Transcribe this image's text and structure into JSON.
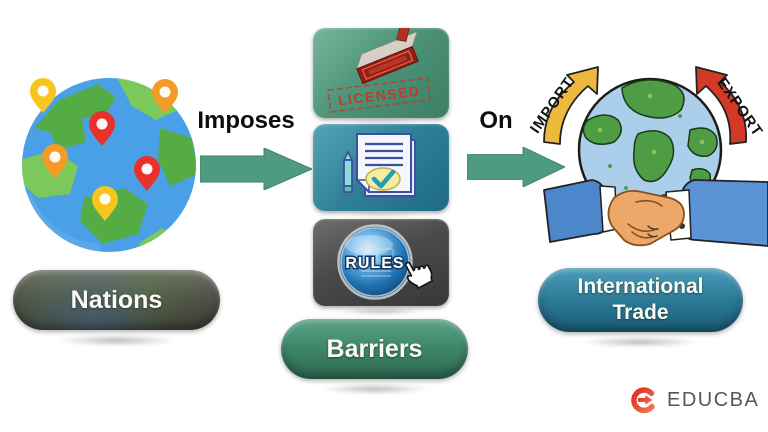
{
  "flow": {
    "nations": {
      "label": "Nations"
    },
    "imposes_label": "Imposes",
    "on_label": "On",
    "barriers": {
      "label": "Barriers"
    },
    "cards": [
      {
        "icon": "license-stamp-icon",
        "stamp_text": "LICENSED"
      },
      {
        "icon": "approved-document-icon"
      },
      {
        "icon": "rules-button-icon",
        "button_text": "RULES"
      }
    ],
    "trade": {
      "line1": "International",
      "line2": "Trade",
      "import_label": "IMPORT",
      "export_label": "EXPORT"
    }
  },
  "branding": {
    "logo_text": "EDUCBA"
  },
  "colors": {
    "flow_arrow": "#4E9B81",
    "nations_pill": "#4A4A43",
    "barriers_pill": "#3E8568",
    "trade_pill": "#2A7793",
    "card_license_green": "#4E9479",
    "card_document_teal": "#2F7E97",
    "card_rules_gray": "#4A4A4A",
    "stamp_red": "#B03227",
    "rules_button_blue": "#1565A8",
    "import_arrow_yellow": "#ECB93C",
    "export_arrow_red": "#D33A26",
    "globe_ocean_left": "#4AA0E6",
    "globe_ocean_right": "#ABCFEA",
    "land_green": "#55AC44",
    "logo_gray": "#56575B",
    "logo_red": "#E02B20"
  }
}
